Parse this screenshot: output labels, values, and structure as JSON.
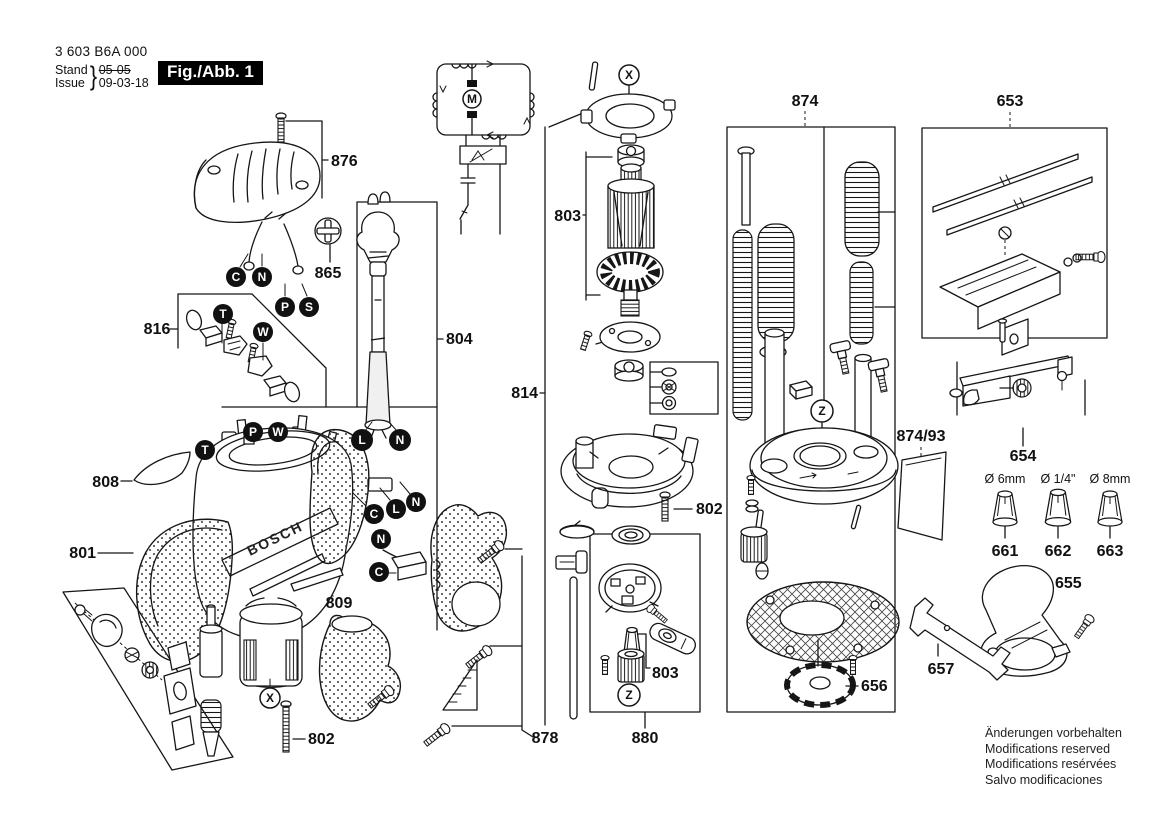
{
  "header": {
    "model_number": "3 603 B6A 000",
    "stand_label": "Stand",
    "issue_label": "Issue",
    "brace": "}",
    "superseded_date": "05-05",
    "issue_date": "09-03-18",
    "figure_label": "Fig./Abb. 1"
  },
  "brand": "BOSCH",
  "part_labels": {
    "n876": "876",
    "n865": "865",
    "n816": "816",
    "n804": "804",
    "n808": "808",
    "n801": "801",
    "n809": "809",
    "n802": "802",
    "n814": "814",
    "n803": "803",
    "n878": "878",
    "n880": "880",
    "n874": "874",
    "n874_93": "874/93",
    "n653": "653",
    "n654": "654",
    "n655": "655",
    "n656": "656",
    "n657": "657",
    "n661": "661",
    "n662": "662",
    "n663": "663"
  },
  "callout_letters": {
    "c": "C",
    "n": "N",
    "p": "P",
    "s": "S",
    "t": "T",
    "w": "W",
    "l": "L",
    "x": "X",
    "z": "Z",
    "m": "M"
  },
  "collet_sizes": {
    "d661": "Ø 6mm",
    "d662": "Ø 1/4\"",
    "d663": "Ø 8mm"
  },
  "footer": {
    "line1": "Änderungen vorbehalten",
    "line2": "Modifications reserved",
    "line3": "Modifications resérvées",
    "line4": "Salvo modificaciones"
  }
}
